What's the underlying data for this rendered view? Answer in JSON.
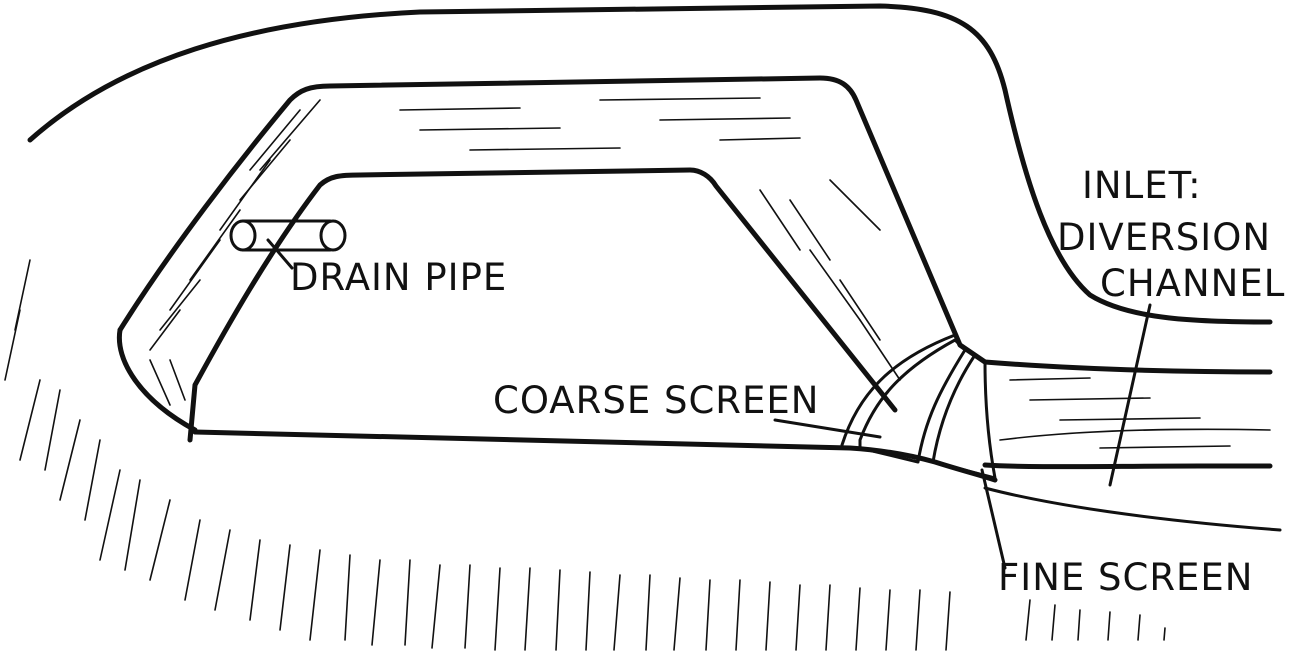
{
  "figure": {
    "style": "black ink line drawing",
    "colors": {
      "ink": "#111111",
      "paper": "#ffffff"
    }
  },
  "labels": {
    "drain_pipe": "DRAIN PIPE",
    "coarse_screen": "COARSE SCREEN",
    "fine_screen": "FINE SCREEN",
    "inlet_line1": "INLET:",
    "inlet_line2": "DIVERSION",
    "inlet_line3": "CHANNEL"
  }
}
